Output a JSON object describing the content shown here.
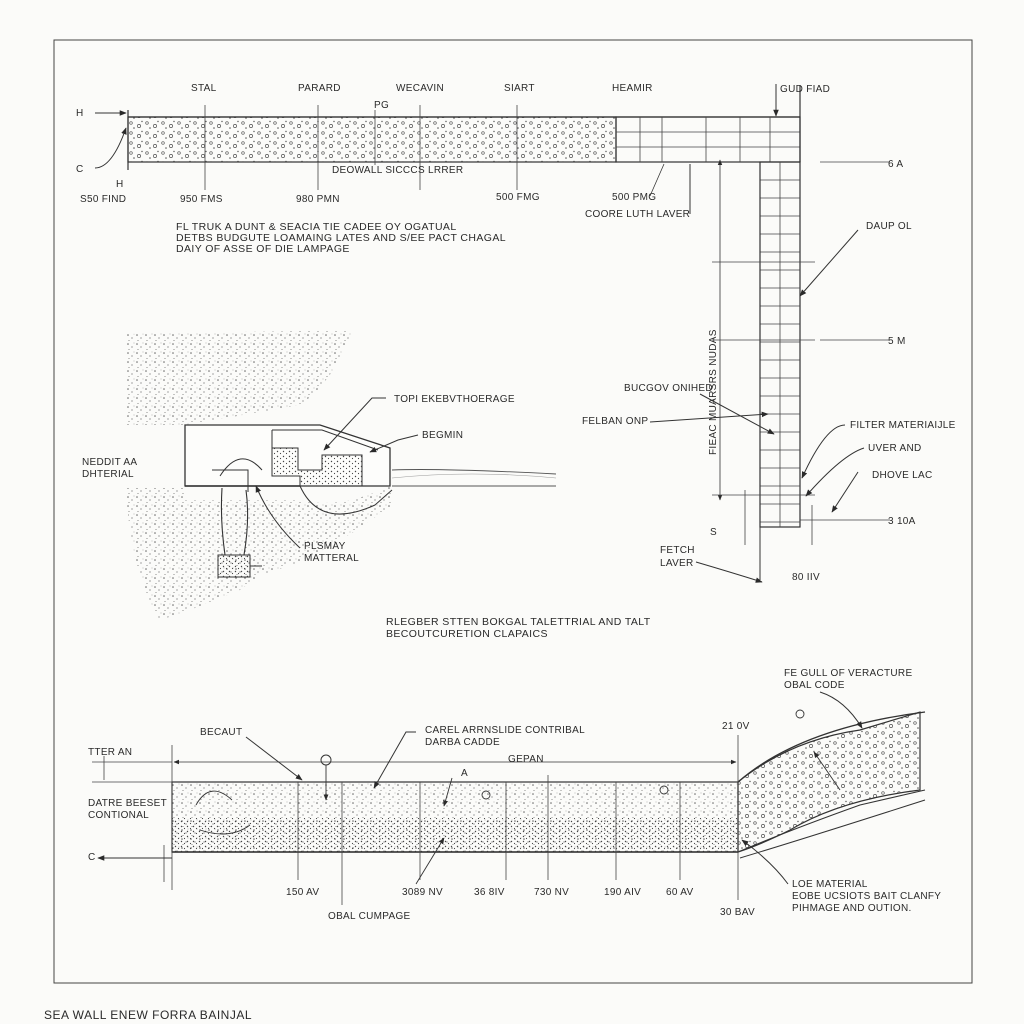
{
  "top_section": {
    "labels": {
      "stal": "STAL",
      "parard": "PARARD",
      "wecavin": "WECAVIN",
      "siart": "SIART",
      "heamir": "HEAMIR",
      "pg": "PG",
      "deowall": "DEOWALL SICCCS LRRER",
      "h_left": "H",
      "c_left": "C",
      "h_small": "H",
      "s50_find": "S50 FIND",
      "p950_fms": "950 FMS",
      "p980_pmn": "980 PMN",
      "p500_fmg": "500 FMG",
      "p500_pmg": "500 PMG",
      "coore_luth": "COORE LUTH LAVER"
    },
    "notes": [
      "FL TRUK A DUNT & SEACIA TIE CADEE OY OGATUAL",
      "DETBS BUDGUTE LOAMAING LATES AND S/EE PACT CHAGAL",
      "DAIY OF ASSE OF DIE LAMPAGE"
    ]
  },
  "wall_section": {
    "labels": {
      "gud_fiad": "GUD FIAD",
      "six_a": "6 A",
      "daup_ol": "DAUP OL",
      "five_m": "5 M",
      "bucgov": "BUCGOV ONIHED",
      "felban": "FELBAN ONP",
      "vertical": "FIEAC MUARSRS NUDAS",
      "filter_material": "FILTER MATERIAIJLE",
      "uver_and": "UVER AND",
      "dhove_lac": "DHOVE LAC",
      "s": "S",
      "three_10a": "3 10A",
      "fetch": "FETCH",
      "layer": "LAVER",
      "eighty": "80 IIV"
    }
  },
  "middle_section": {
    "labels": {
      "topi": "TOPI EKEBVTHOERAGE",
      "begmin": "BEGMIN",
      "neddit_1": "NEDDIT AA",
      "neddit_2": "DHTERIAL",
      "plsmay_1": "PLSMAY",
      "plsmay_2": "MATTERAL"
    },
    "caption_line1": "RLEGBER STTEN BOKGAL TALETTRIAL AND TALT",
    "caption_line2": "BECOUTCURETION CLAPAICS"
  },
  "bottom_section": {
    "labels": {
      "fe_gull": "FE GULL OF VERACTURE",
      "obal_code": "OBAL CODE",
      "becaut": "BECAUT",
      "carel_1": "CAREL ARRNSLIDE CONTRIBAL",
      "carel_2": "DARBA CADDE",
      "twenty_one": "21 0V",
      "tter_an": "TTER AN",
      "gepan": "GEPAN",
      "a": "A",
      "datre_1": "DATRE BEESET",
      "datre_2": "CONTIONAL",
      "c": "C",
      "d150": "150 AV",
      "d3089": "3089 NV",
      "d36": "36 8IV",
      "d730": "730 NV",
      "d190": "190 AIV",
      "d60": "60 AV",
      "d30": "30 BAV",
      "obal_cumpage": "OBAL CUMPAGE",
      "loe_1": "LOE MATERIAL",
      "loe_2": "EOBE UCSIOTS BAIT CLANFY",
      "loe_3": "PIHMAGE AND OUTION."
    }
  },
  "footer": {
    "title": "SEA WALL ENEW FORRA BAINJAL"
  }
}
